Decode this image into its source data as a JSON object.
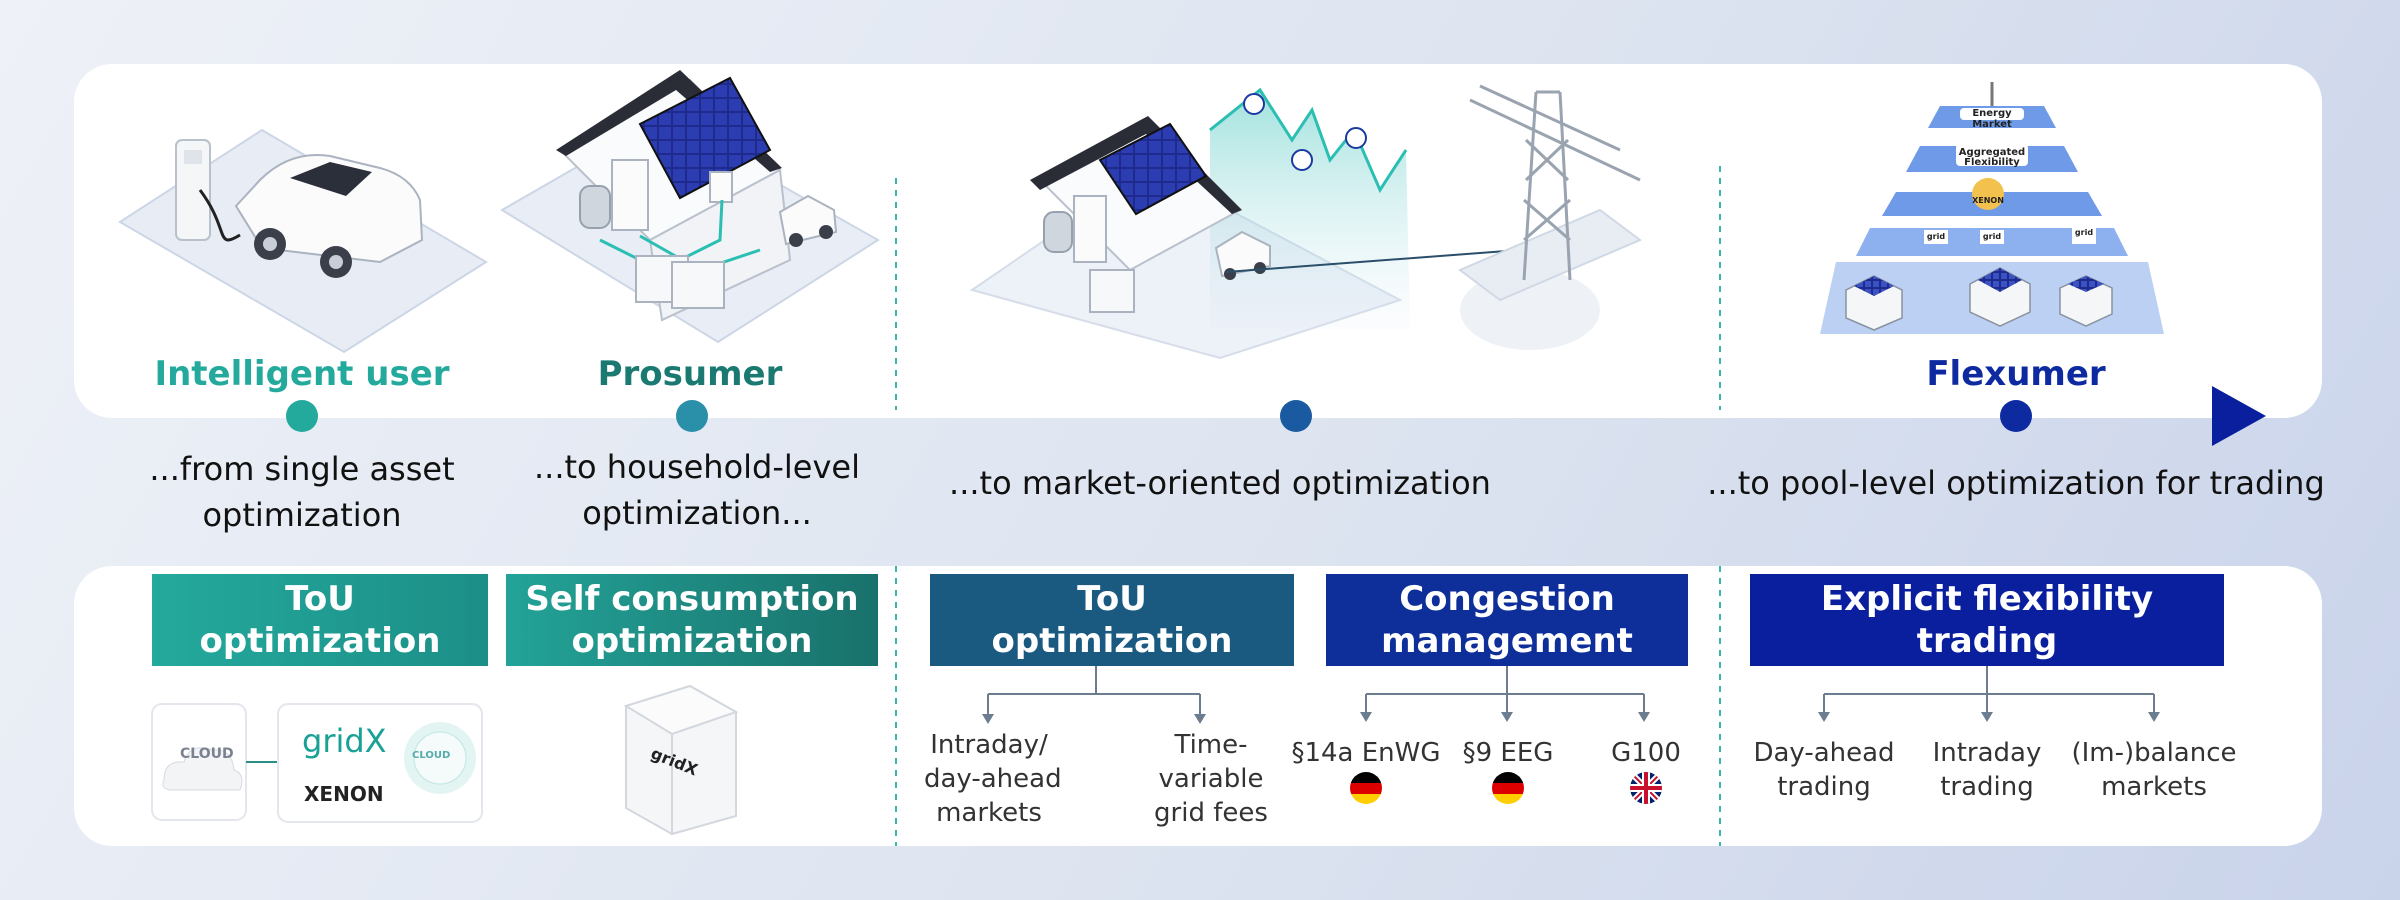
{
  "stages": [
    {
      "title": "Intelligent user",
      "description": [
        "...from single asset",
        "optimization"
      ],
      "color": "#24a99d"
    },
    {
      "title": "Prosumer",
      "description": [
        "...to household-level",
        "optimization..."
      ],
      "color": "#1a7a72"
    },
    {
      "title": "",
      "description": [
        "...to market-oriented optimization"
      ],
      "color": "#1a5a9a"
    },
    {
      "title": "Flexumer",
      "description": [
        "...to pool-level optimization for trading"
      ],
      "color": "#0d2aa0"
    }
  ],
  "categories": [
    {
      "label": [
        "ToU",
        "optimization"
      ]
    },
    {
      "label": [
        "Self consumption",
        "optimization"
      ]
    },
    {
      "label": [
        "ToU",
        "optimization"
      ]
    },
    {
      "label": [
        "Congestion",
        "management"
      ]
    },
    {
      "label": [
        "Explicit flexibility trading"
      ]
    }
  ],
  "products": {
    "cloud_label": "CLOUD",
    "gridx_label": "gridX",
    "xenon_label": "XENON",
    "device_brand": "gridX"
  },
  "tou_market_branches": [
    [
      "Intraday/",
      "day-ahead",
      "markets"
    ],
    [
      "Time-",
      "variable",
      "grid fees"
    ]
  ],
  "congestion_branches": [
    {
      "label": "§14a EnWG",
      "flag": "germany-flag-icon"
    },
    {
      "label": "§9 EEG",
      "flag": "germany-flag-icon"
    },
    {
      "label": "G100",
      "flag": "uk-flag-icon"
    }
  ],
  "trading_branches": [
    [
      "Day-ahead",
      "trading"
    ],
    [
      "Intraday",
      "trading"
    ],
    [
      "(Im-)balance",
      "markets"
    ]
  ],
  "pyramid_labels": [
    "Energy Market",
    "Aggregated Flexibility",
    "XENON",
    "grid",
    "grid",
    "grid"
  ],
  "colors": {
    "teal": "#24a99d",
    "teal_dark": "#1a7a72",
    "navy": "#0a1f9e",
    "mid_blue": "#1a5a9a",
    "dashed": "#3fb6ad"
  }
}
